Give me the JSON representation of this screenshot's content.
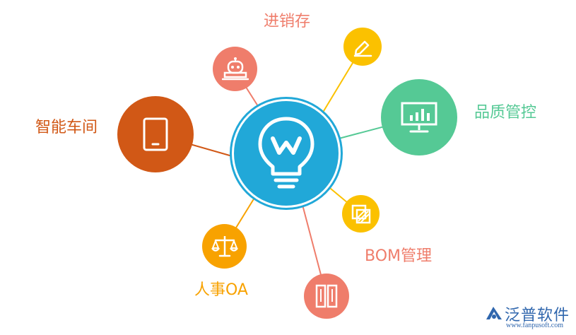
{
  "nodes": {
    "center": {
      "icon": "lightbulb-w-icon",
      "color": "#21a8d8"
    },
    "jxc": {
      "label": "进销存",
      "icon": "robot-laptop-icon",
      "color": "#ef7d6b"
    },
    "pen": {
      "icon": "pencil-icon",
      "color": "#fbc100"
    },
    "quality": {
      "label": "品质管控",
      "icon": "monitor-chart-icon",
      "color": "#55c995"
    },
    "workshop": {
      "label": "智能车间",
      "icon": "tablet-icon",
      "color": "#d15816"
    },
    "bom": {
      "label": "BOM管理",
      "icon": "layers-icon",
      "color": "#fbc100"
    },
    "hr": {
      "label": "人事OA",
      "icon": "scale-icon",
      "color": "#f8a200"
    },
    "book": {
      "icon": "book-icon",
      "color": "#ef7d6b"
    }
  },
  "logo": {
    "name": "泛普软件",
    "url": "www.fanpusoft.com",
    "color": "#2f66ad"
  }
}
